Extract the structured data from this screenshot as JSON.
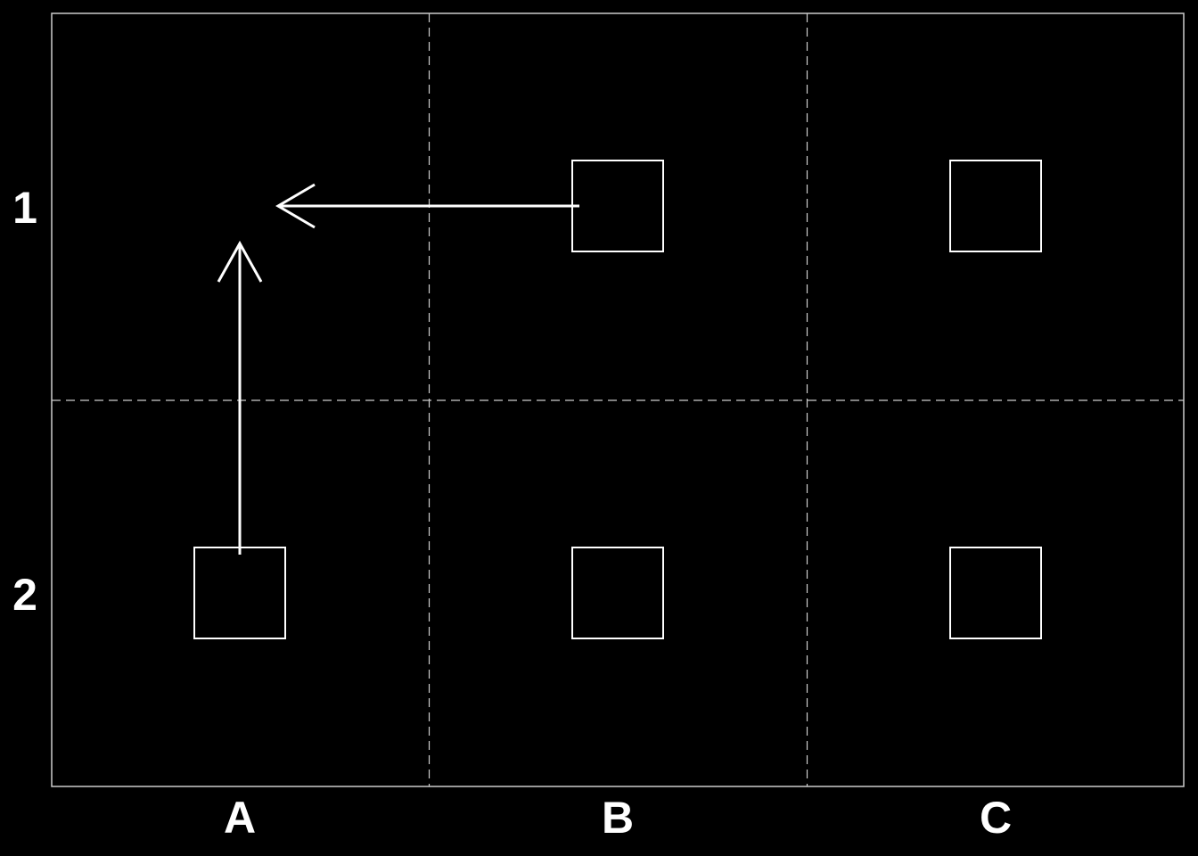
{
  "grid": {
    "columns": [
      "A",
      "B",
      "C"
    ],
    "rows": [
      "1",
      "2"
    ]
  },
  "squares": [
    {
      "column": "B",
      "row": "1"
    },
    {
      "column": "C",
      "row": "1"
    },
    {
      "column": "A",
      "row": "2"
    },
    {
      "column": "B",
      "row": "2"
    },
    {
      "column": "C",
      "row": "2"
    }
  ],
  "arrows": [
    {
      "from": {
        "column": "A",
        "row": "2"
      },
      "direction": "up"
    },
    {
      "from": {
        "column": "B",
        "row": "1"
      },
      "direction": "left"
    }
  ],
  "colors": {
    "background": "#000000",
    "foreground": "#ffffff",
    "grid_lines": "#cccccc"
  }
}
